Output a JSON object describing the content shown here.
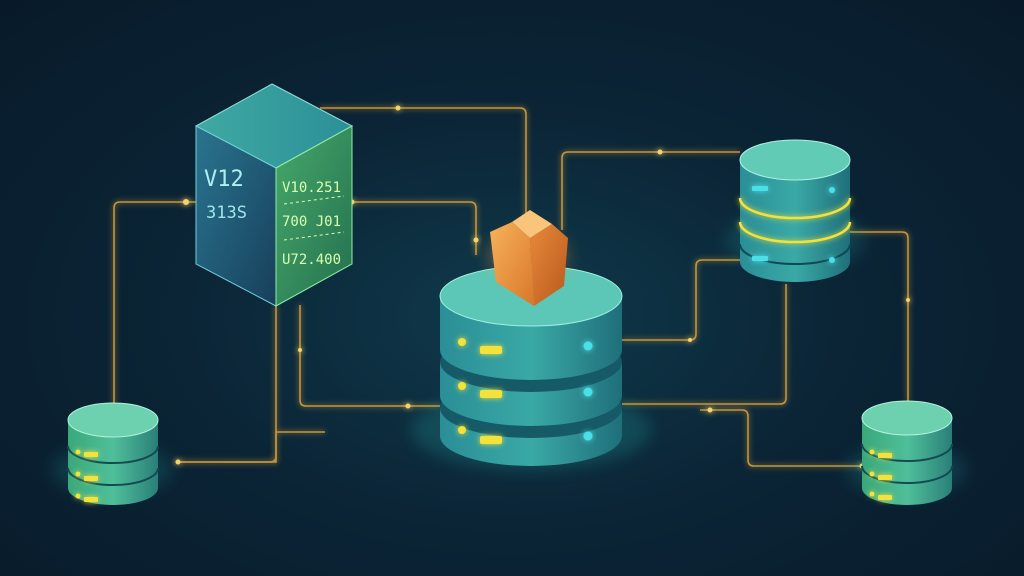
{
  "colors": {
    "background": "#0b2536",
    "wire": "#d9a13a",
    "wire_glow": "#f5c453",
    "db_top": "#5fc7b4",
    "db_body": "#2a8e96",
    "db_dark": "#15525e",
    "accent_yellow": "#f2e23a",
    "accent_cyan": "#48e0e8",
    "cube_front": "#1f5f73",
    "cube_side": "#3a9a5a",
    "gem": "#f0a040"
  },
  "cube": {
    "front_lines": [
      "V12",
      "313S"
    ],
    "side_lines": [
      "V10.251",
      "700 J01",
      "U72.400"
    ]
  },
  "icons": [
    "data-cube-icon",
    "database-icon",
    "central-database-icon",
    "crystal-gem-icon"
  ]
}
